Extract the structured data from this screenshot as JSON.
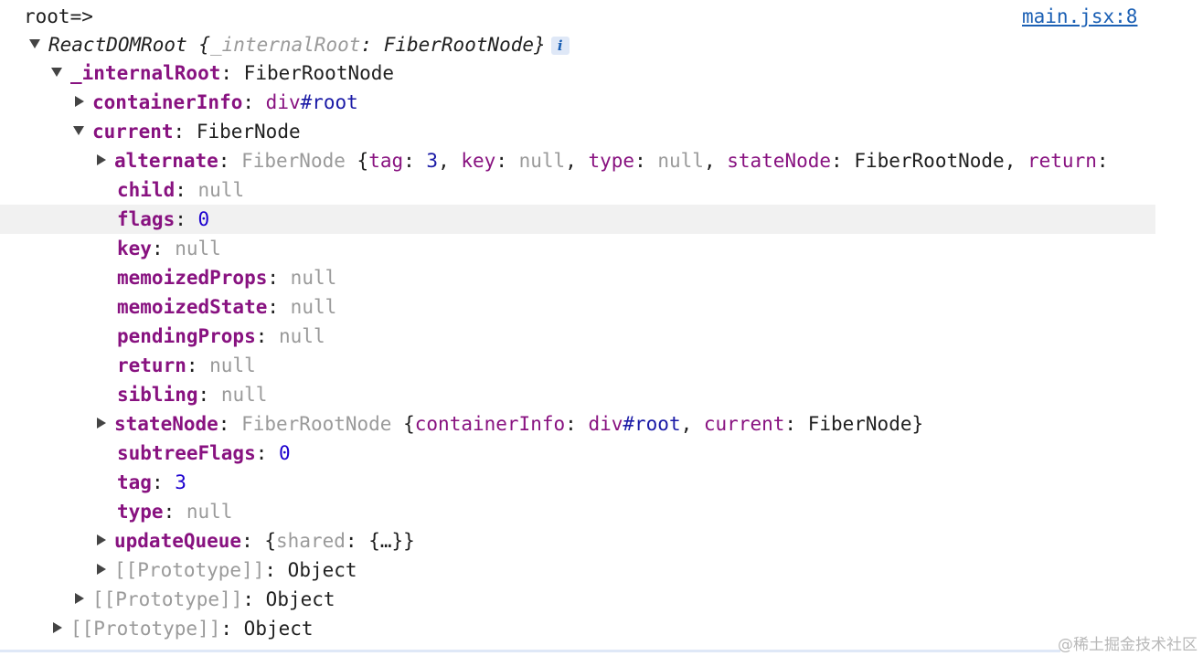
{
  "console": {
    "log_label": "root=>",
    "source_link": "main.jsx:8",
    "root_summary_class": "ReactDOMRoot",
    "root_summary_open": " {",
    "root_summary_key": "_internalRoot",
    "root_summary_sep": ": ",
    "root_summary_value": "FiberRootNode",
    "root_summary_close": "}",
    "info_icon_char": "i",
    "internalRoot_key": "_internalRoot",
    "internalRoot_value": "FiberRootNode",
    "containerInfo_key": "containerInfo",
    "containerInfo_tag": "div",
    "containerInfo_id": "#root",
    "current_key": "current",
    "current_value": "FiberNode",
    "alternate_key": "alternate",
    "alternate_type": "FiberNode",
    "alternate_preview": {
      "open": " {",
      "tag_key": "tag",
      "tag_val": "3",
      "key_key": "key",
      "key_val": "null",
      "type_key": "type",
      "type_val": "null",
      "stateNode_key": "stateNode",
      "stateNode_val": "FiberRootNode",
      "return_key": "return",
      "trailing": ":"
    },
    "fields": [
      {
        "key": "child",
        "value": "null",
        "kind": "null"
      },
      {
        "key": "flags",
        "value": "0",
        "kind": "num"
      },
      {
        "key": "key",
        "value": "null",
        "kind": "null"
      },
      {
        "key": "memoizedProps",
        "value": "null",
        "kind": "null"
      },
      {
        "key": "memoizedState",
        "value": "null",
        "kind": "null"
      },
      {
        "key": "pendingProps",
        "value": "null",
        "kind": "null"
      },
      {
        "key": "return",
        "value": "null",
        "kind": "null"
      },
      {
        "key": "sibling",
        "value": "null",
        "kind": "null"
      }
    ],
    "stateNode_key": "stateNode",
    "stateNode_type": "FiberRootNode",
    "stateNode_preview": {
      "open": " {",
      "containerInfo_key": "containerInfo",
      "containerInfo_tag": "div",
      "containerInfo_id": "#root",
      "current_key": "current",
      "current_val": "FiberNode",
      "close": "}"
    },
    "subtreeFlags_key": "subtreeFlags",
    "subtreeFlags_value": "0",
    "tag_key": "tag",
    "tag_value": "3",
    "type_key": "type",
    "type_value": "null",
    "updateQueue_key": "updateQueue",
    "updateQueue_open": "{",
    "updateQueue_shared_key": "shared",
    "updateQueue_shared_val": "{…}",
    "updateQueue_close": "}",
    "proto_key": "[[Prototype]]",
    "proto_value": "Object"
  },
  "watermark": "@稀土掘金技术社区"
}
